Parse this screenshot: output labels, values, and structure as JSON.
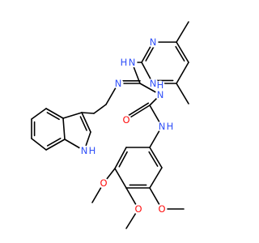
{
  "molecule": {
    "colors": {
      "bond": "#000000",
      "nitrogen": "#3050F8",
      "oxygen": "#FF0D0D",
      "background": "#ffffff"
    },
    "labels": {
      "n_pyr_top": "N",
      "n_pyr_bottom": "N",
      "nh_amine": "N",
      "nh_amine_h": "H",
      "n_imine": "N",
      "nh_guan": "N",
      "nh_guan_h": "H",
      "o_carbonyl": "O",
      "nh_urea": "N",
      "nh_urea_h": "H",
      "nh_indole": "N",
      "nh_indole_h": "H",
      "o_methoxy_left": "O",
      "o_methoxy_right": "O",
      "o_methoxy_bottom": "O"
    }
  }
}
